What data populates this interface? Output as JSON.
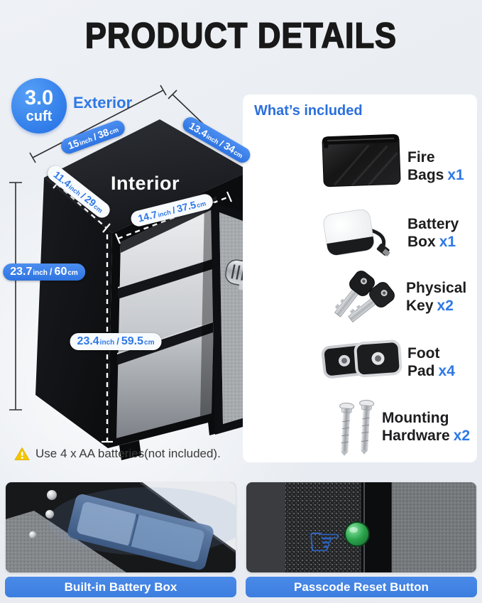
{
  "page": {
    "title": "PRODUCT DETAILS"
  },
  "badge": {
    "value": "3.0",
    "unit": "cuft"
  },
  "labels": {
    "exterior": "Exterior",
    "interior": "Interior"
  },
  "dims": {
    "slash": "/",
    "ext_width": {
      "in": "15",
      "in_u": "inch",
      "cm": "38",
      "cm_u": "cm"
    },
    "ext_depth": {
      "in": "13.4",
      "in_u": "inch",
      "cm": "34",
      "cm_u": "cm"
    },
    "ext_height": {
      "in": "23.7",
      "in_u": "inch",
      "cm": "60",
      "cm_u": "cm"
    },
    "int_depth": {
      "in": "11.4",
      "in_u": "inch",
      "cm": "29",
      "cm_u": "cm"
    },
    "int_width": {
      "in": "14.7",
      "in_u": "inch",
      "cm": "37.5",
      "cm_u": "cm"
    },
    "int_height": {
      "in": "23.4",
      "in_u": "inch",
      "cm": "59.5",
      "cm_u": "cm"
    }
  },
  "included": {
    "heading": "What’s included",
    "items": [
      {
        "line1": "Fire",
        "line2": "Bags",
        "count": "x1",
        "icon": "fire-bag-icon"
      },
      {
        "line1": "Battery",
        "line2": "Box",
        "count": "x1",
        "icon": "battery-box-icon"
      },
      {
        "line1": "Physical",
        "line2": "Key",
        "count": "x2",
        "icon": "physical-key-icon"
      },
      {
        "line1": "Foot",
        "line2": "Pad",
        "count": "x4",
        "icon": "foot-pad-icon"
      },
      {
        "line1": "Mounting",
        "line2": "Hardware",
        "count": "x2",
        "icon": "mounting-hardware-icon"
      }
    ]
  },
  "note": {
    "text": "Use 4 x AA batteries(not included).",
    "icon": "warning-triangle-icon"
  },
  "footer": {
    "caption_left": "Built-in Battery Box",
    "caption_right": "Passcode Reset Button",
    "icons": [
      "battery-compartment-photo",
      "pointing-hand-icon",
      "reset-button-photo"
    ]
  },
  "colors": {
    "accent_blue": "#2e78e5",
    "caption_bar_blue": "#4184e4",
    "badge_blue": "#3b86ef",
    "warning_yellow": "#f3c600",
    "reset_button_green": "#2aa34c",
    "background": "#e9edf2"
  }
}
